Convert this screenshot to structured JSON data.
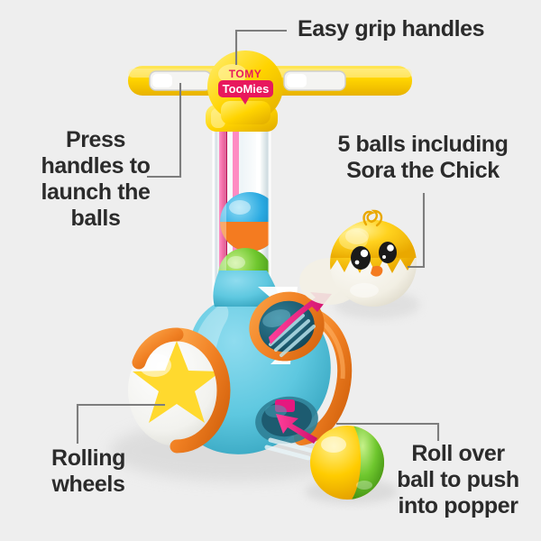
{
  "background_color": "#eeeeee",
  "text_color": "#2b2b2b",
  "leader_color": "#7d7d7d",
  "brand": {
    "top_wordmark": "TOMY",
    "badge_label": "TooMies",
    "badge_color": "#e8185d",
    "handle_color": "#ffd400"
  },
  "labels": {
    "easy_grip": "Easy grip handles",
    "press_handles": "Press\nhandles to\nlaunch the\nballs",
    "five_balls": "5 balls including\nSora the Chick",
    "rolling_wheels": "Rolling\nwheels",
    "roll_over": "Roll over\nball to push\ninto popper"
  },
  "palette": {
    "body_blue": "#5ec8e0",
    "body_blue_dark": "#3aa9c6",
    "wheel_orange": "#f07f22",
    "rod_pink": "#ec1e79",
    "arrow_magenta": "#e5187f",
    "chick_yellow": "#ffd21e",
    "chick_shell": "#f4f1e6",
    "ball_green": "#6fc72e",
    "ball_yellow": "#ffcc00",
    "ball_blue": "#29a9e1",
    "ball_orange": "#f47b20",
    "star_yellow": "#ffd92e",
    "tube_clear": "#dfe9ee"
  },
  "features": [
    {
      "name": "easy-grip-handles",
      "anchor": "handlebar"
    },
    {
      "name": "press-handles-to-launch",
      "anchor": "left-handle-grip"
    },
    {
      "name": "five-balls-sora-chick",
      "anchor": "chick-ball"
    },
    {
      "name": "rolling-wheels",
      "anchor": "left-wheel"
    },
    {
      "name": "roll-over-ball",
      "anchor": "loose-ball"
    }
  ]
}
